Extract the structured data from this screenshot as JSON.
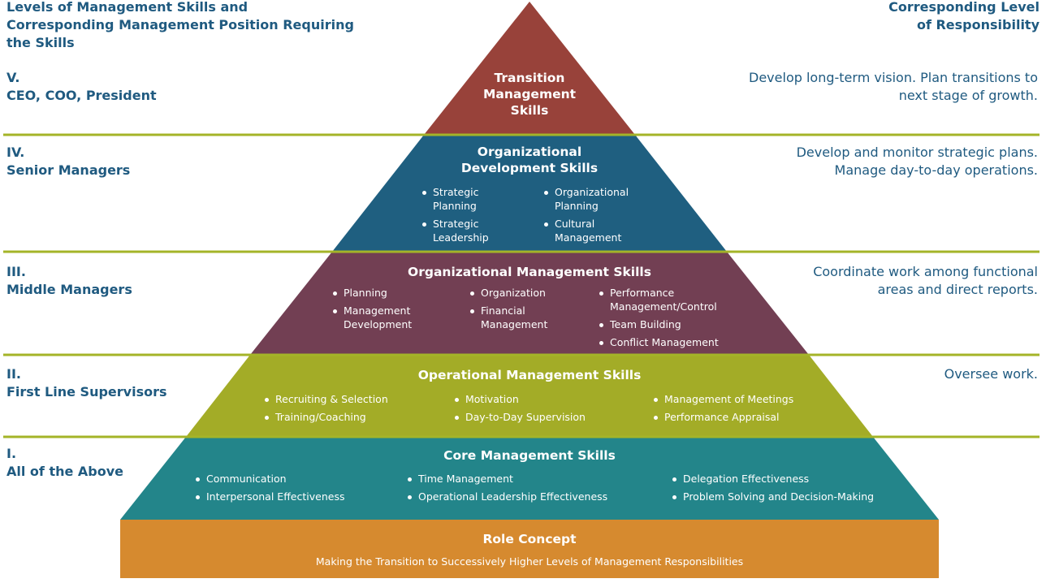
{
  "header": {
    "left": "Levels of Management Skills and Corresponding Management Position Requiring the Skills",
    "right": "Corresponding Level of Responsibility"
  },
  "levels": [
    {
      "numeral": "V.",
      "position": "CEO, COO, President",
      "responsibility": "Develop long-term vision. Plan transitions to next stage of growth.",
      "skill": "Transition Management Skills",
      "items": [],
      "color": "#98423a"
    },
    {
      "numeral": "IV.",
      "position": "Senior Managers",
      "responsibility": "Develop and monitor strategic plans. Manage day-to-day operations.",
      "skill": "Organizational Development Skills",
      "items": [
        "Strategic Planning",
        "Strategic Leadership",
        "Organizational Planning",
        "Cultural Management"
      ],
      "color": "#1f5f80"
    },
    {
      "numeral": "III.",
      "position": "Middle Managers",
      "responsibility": "Coordinate work among functional areas and direct reports.",
      "skill": "Organizational Management Skills",
      "items": [
        "Planning",
        "Management Development",
        "Organization",
        "Financial Management",
        "Performance Management/Control",
        "Team Building",
        "Conflict Management"
      ],
      "color": "#723f53"
    },
    {
      "numeral": "II.",
      "position": "First Line Supervisors",
      "responsibility": "Oversee work.",
      "skill": "Operational Management Skills",
      "items": [
        "Recruiting & Selection",
        "Training/Coaching",
        "Motivation",
        "Day-to-Day Supervision",
        "Management of Meetings",
        "Performance Appraisal"
      ],
      "color": "#a3ac27"
    },
    {
      "numeral": "I.",
      "position": "All of the Above",
      "responsibility": "",
      "skill": "Core Management Skills",
      "items": [
        "Communication",
        "Interpersonal Effectiveness",
        "Time Management",
        "Operational Leadership Effectiveness",
        "Delegation Effectiveness",
        "Problem Solving and Decision-Making"
      ],
      "color": "#23858a"
    }
  ],
  "foundation": {
    "title": "Role Concept",
    "subtitle": "Making the Transition to Successively Higher Levels of Management Responsibilities",
    "color": "#d68a2f"
  },
  "divider_color": "#a4b428"
}
